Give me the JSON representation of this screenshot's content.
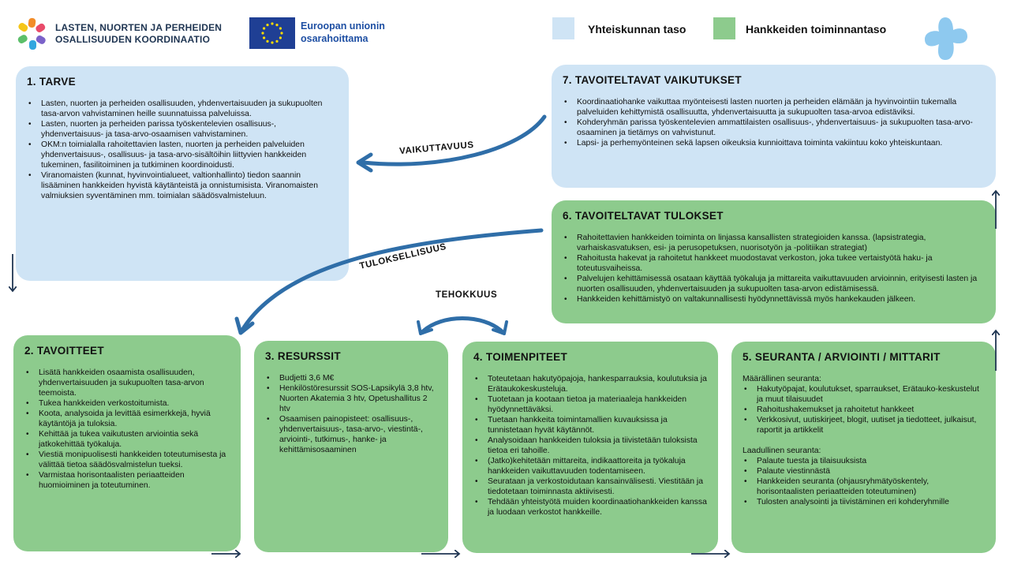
{
  "header": {
    "org_name_line1": "LASTEN, NUORTEN JA PERHEIDEN",
    "org_name_line2": "OSALLISUUDEN KOORDINAATIO",
    "eu_line1": "Euroopan unionin",
    "eu_line2": "osarahoittama"
  },
  "legend": {
    "society_level": {
      "label": "Yhteiskunnan taso",
      "color": "#cfe4f5"
    },
    "project_level": {
      "label": "Hankkeiden toiminnantaso",
      "color": "#8dcb8d"
    }
  },
  "flow_labels": {
    "impact": "VAIKUTTAVUUS",
    "productivity": "TULOKSELLISUUS",
    "efficiency": "TEHOKKUUS"
  },
  "boxes": {
    "need": {
      "title": "1. TARVE",
      "items": [
        "Lasten, nuorten ja perheiden osallisuuden, yhdenvertaisuuden ja sukupuolten tasa-arvon vahvistaminen heille suunnatuissa palveluissa.",
        "Lasten, nuorten ja perheiden parissa työskentelevien osallisuus-, yhdenvertaisuus- ja tasa-arvo-osaamisen vahvistaminen.",
        "OKM:n toimialalla rahoitettavien lasten, nuorten ja perheiden palveluiden yhdenvertaisuus-, osallisuus- ja tasa-arvo-sisältöihin liittyvien hankkeiden tukeminen, fasilitoiminen ja tutkiminen koordinoidusti.",
        "Viranomaisten (kunnat, hyvinvointialueet, valtionhallinto) tiedon saannin lisääminen hankkeiden hyvistä käytänteistä ja onnistumisista. Viranomaisten valmiuksien syventäminen mm. toimialan säädösvalmisteluun."
      ]
    },
    "goals": {
      "title": "2. TAVOITTEET",
      "items": [
        "Lisätä hankkeiden osaamista osallisuuden, yhdenvertaisuuden ja sukupuolten tasa-arvon teemoista.",
        "Tukea hankkeiden verkostoitumista.",
        "Koota, analysoida ja levittää esimerkkejä, hyviä käytäntöjä ja tuloksia.",
        "Kehittää ja tukea vaikutusten arviointia sekä jatkokehittää työkaluja.",
        "Viestiä monipuolisesti hankkeiden toteutumisesta ja välittää tietoa säädösvalmistelun tueksi.",
        "Varmistaa horisontaalisten periaatteiden huomioiminen ja toteutuminen."
      ]
    },
    "resources": {
      "title": "3. RESURSSIT",
      "items": [
        "Budjetti 3,6 M€",
        "Henkilöstöresurssit SOS-Lapsikylä 3,8 htv, Nuorten Akatemia 3 htv, Opetushallitus 2 htv",
        "Osaamisen painopisteet: osallisuus-, yhdenvertaisuus-, tasa-arvo-, viestintä-, arviointi-, tutkimus-, hanke- ja kehittämisosaaminen"
      ]
    },
    "actions": {
      "title": "4. TOIMENPITEET",
      "items": [
        "Toteutetaan hakutyöpajoja, hankesparrauksia, koulutuksia ja Erätaukokeskusteluja.",
        "Tuotetaan ja kootaan tietoa ja materiaaleja hankkeiden hyödynnettäväksi.",
        "Tuetaan hankkeita toimintamallien kuvauksissa ja tunnistetaan hyvät käytännöt.",
        "Analysoidaan hankkeiden tuloksia ja tiivistetään tuloksista tietoa eri tahoille.",
        "(Jatko)kehitetään mittareita, indikaattoreita ja työkaluja hankkeiden vaikuttavuuden todentamiseen.",
        "Seurataan ja verkostoidutaan kansainvälisesti. Viestitään ja tiedotetaan toiminnasta aktiivisesti.",
        "Tehdään yhteistyötä muiden koordinaatiohankkeiden kanssa ja luodaan verkostot hankkeille."
      ]
    },
    "monitoring": {
      "title": "5. SEURANTA / ARVIOINTI / MITTARIT",
      "quantitative_heading": "Määrällinen seuranta:",
      "quantitative_items": [
        "Hakutyöpajat, koulutukset, sparraukset, Erätauko-keskustelut ja muut tilaisuudet",
        "Rahoitushakemukset ja rahoitetut hankkeet",
        "Verkkosivut, uutiskirjeet, blogit, uutiset ja tiedotteet, julkaisut, raportit ja artikkelit"
      ],
      "qualitative_heading": "Laadullinen seuranta:",
      "qualitative_items": [
        "Palaute tuesta ja tilaisuuksista",
        "Palaute viestinnästä",
        "Hankkeiden seuranta (ohjausryhmätyöskentely, horisontaalisten periaatteiden toteutuminen)",
        "Tulosten analysointi ja tiivistäminen eri kohderyhmille"
      ]
    },
    "results": {
      "title": "6. TAVOITELTAVAT TULOKSET",
      "items": [
        "Rahoitettavien hankkeiden toiminta on linjassa kansallisten strategioiden kanssa. (lapsistrategia, varhaiskasvatuksen, esi- ja perusopetuksen, nuorisotyön ja -politiikan strategiat)",
        "Rahoitusta hakevat ja rahoitetut hankkeet muodostavat verkoston, joka tukee vertaistyötä haku- ja toteutusvaiheissa.",
        "Palvelujen kehittämisessä osataan käyttää työkaluja ja mittareita vaikuttavuuden arvioinnin, erityisesti lasten ja nuorten osallisuuden, yhdenvertaisuuden ja sukupuolten tasa-arvon edistämisessä.",
        "Hankkeiden kehittämistyö on valtakunnallisesti hyödynnettävissä myös hankekauden jälkeen."
      ]
    },
    "impacts": {
      "title": "7. TAVOITELTAVAT VAIKUTUKSET",
      "items": [
        "Koordinaatiohanke vaikuttaa myönteisesti lasten nuorten ja perheiden elämään ja hyvinvointiin tukemalla palveluiden kehittymistä osallisuutta, yhdenvertaisuutta ja sukupuolten tasa-arvoa edistäviksi.",
        "Kohderyhmän parissa työskentelevien ammattilaisten osallisuus-, yhdenvertaisuus- ja sukupuolten tasa-arvo-osaaminen ja tietämys on vahvistunut.",
        "Lapsi- ja perhemyönteinen sekä lapsen oikeuksia kunnioittava toiminta vakiintuu koko yhteiskuntaan."
      ]
    }
  }
}
